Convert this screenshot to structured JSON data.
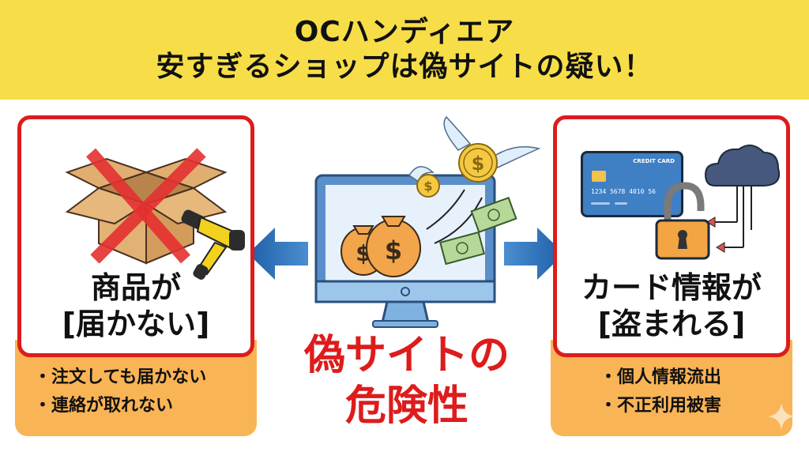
{
  "header": {
    "line1": "OCハンディエア",
    "line2": "安すぎるショップは偽サイトの疑い！",
    "background": "#f7de48"
  },
  "left_panel": {
    "title_line1": "商品が",
    "title_line2": "[届かない]",
    "icons": [
      "cardboard-box-icon",
      "red-x-icon",
      "cordless-handy-vacuum-icon"
    ],
    "bullets": [
      "・注文しても届かない",
      "・連絡が取れない"
    ]
  },
  "center": {
    "icons": [
      "computer-monitor-icon",
      "money-bag-icon",
      "flying-coin-icon",
      "banknote-icon"
    ],
    "title_line1": "偽サイトの",
    "title_line2": "危険性",
    "title_color": "#dd1c1c"
  },
  "right_panel": {
    "title_line1": "カード情報が",
    "title_line2": "[盗まれる]",
    "card": {
      "label": "CREDIT CARD",
      "number": "1234 5678 4010 56"
    },
    "icons": [
      "credit-card-icon",
      "padlock-open-icon",
      "cloud-icon"
    ],
    "bullets": [
      "・個人情報流出",
      "・不正利用被害"
    ]
  },
  "colors": {
    "panel_border": "#dd1c1c",
    "sub_panel": "#f9b456",
    "arrow": "#2a6db3"
  }
}
